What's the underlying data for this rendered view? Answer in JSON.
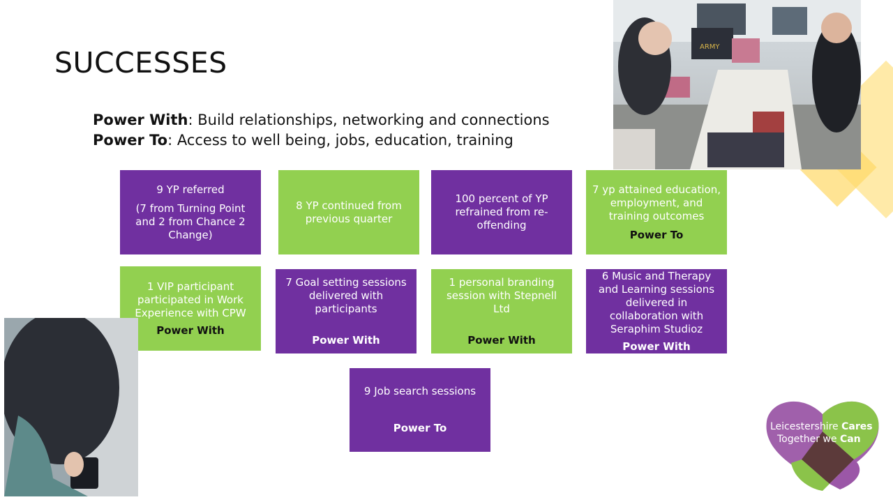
{
  "slide": {
    "title": "SUCCESSES",
    "power_with_label": "Power With",
    "power_with_text": ": Build relationships, networking and connections",
    "power_to_label": "Power To",
    "power_to_text": ": Access to well being, jobs, education, training"
  },
  "boxes": {
    "b1": {
      "line1": "9 YP referred",
      "line2": "(7 from Turning Point and 2 from Chance 2 Change)"
    },
    "b2": {
      "text": "8 YP continued from previous quarter"
    },
    "b3": {
      "text": "100 percent of YP refrained from re-offending"
    },
    "b4": {
      "text": "7  yp attained education, employment, and training outcomes",
      "tag": "Power To"
    },
    "b5": {
      "text": "1 VIP participant participated in Work Experience  with CPW",
      "tag": "Power With"
    },
    "b6": {
      "text": "7 Goal setting sessions delivered with participants",
      "tag": "Power With"
    },
    "b7": {
      "text": "1 personal branding session with Stepnell Ltd",
      "tag": "Power With"
    },
    "b8": {
      "text": "6 Music and Therapy and Learning sessions delivered in collaboration with Seraphim Studioz",
      "tag": "Power With"
    },
    "b9": {
      "text": "9 Job search sessions",
      "tag": "Power To"
    }
  },
  "photo_top": {
    "banner_text": "ARMY"
  },
  "logo": {
    "line1_a": "Leicestershire ",
    "line1_b": "Cares",
    "line2_a": "Together we ",
    "line2_b": "Can"
  },
  "colors": {
    "purple": "#7030a0",
    "green": "#92d050",
    "logo_brown": "#5c3a3a",
    "deco_yellow": "#ffe699"
  }
}
